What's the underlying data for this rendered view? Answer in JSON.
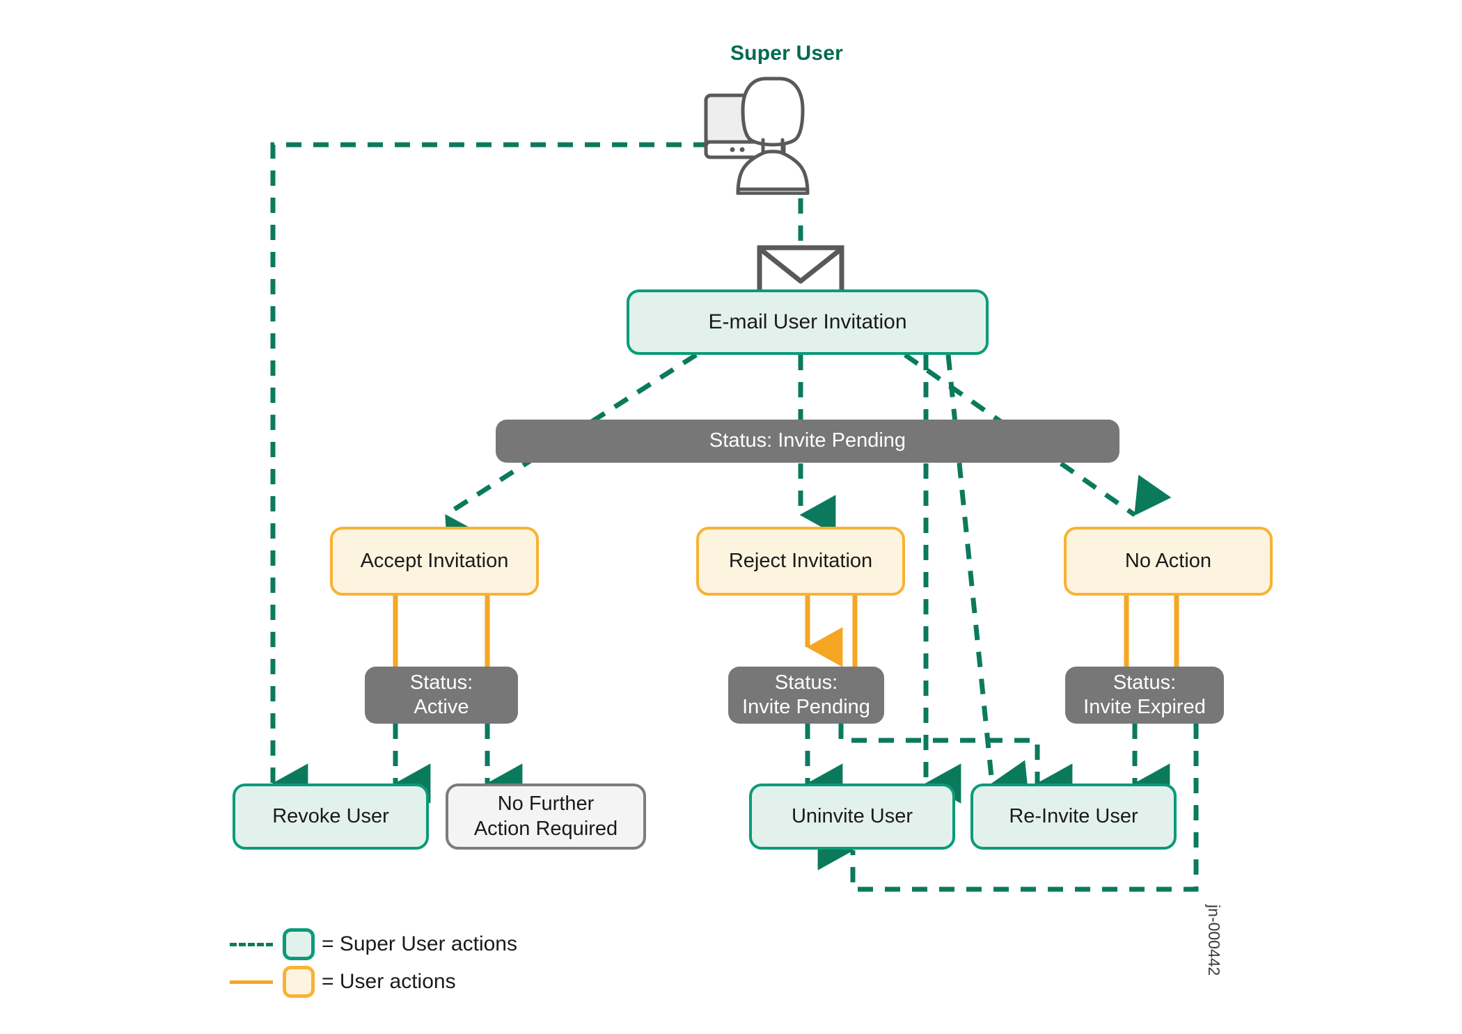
{
  "diagram": {
    "title_label": "Super User",
    "reference_code": "jn-000442",
    "colors": {
      "super_user_green": "#0b9b78",
      "super_user_text_green": "#006b4f",
      "user_orange": "#f9b233",
      "status_gray": "#777777",
      "neutral_gray": "#7c7c7c",
      "green_fill": "#e3f1ec",
      "orange_fill": "#fdf4e0"
    },
    "icons": {
      "persona": "super-user-person-monitor-icon",
      "envelope": "email-envelope-icon"
    }
  },
  "nodes": {
    "email_invitation": {
      "label": "E-mail User Invitation",
      "type": "super-user-action"
    },
    "status_invite_pending_main": {
      "label": "Status: Invite Pending",
      "type": "status"
    },
    "accept_invitation": {
      "label": "Accept Invitation",
      "type": "user-action"
    },
    "reject_invitation": {
      "label": "Reject Invitation",
      "type": "user-action"
    },
    "no_action": {
      "label": "No Action",
      "type": "user-action"
    },
    "status_active": {
      "label": "Status:\nActive",
      "line1": "Status:",
      "line2": "Active",
      "type": "status"
    },
    "status_invite_pending": {
      "label": "Status:\nInvite Pending",
      "line1": "Status:",
      "line2": "Invite Pending",
      "type": "status"
    },
    "status_invite_expired": {
      "label": "Status:\nInvite Expired",
      "line1": "Status:",
      "line2": "Invite Expired",
      "type": "status"
    },
    "revoke_user": {
      "label": "Revoke User",
      "type": "super-user-action"
    },
    "no_further_action": {
      "label": "No Further\nAction Required",
      "line1": "No Further",
      "line2": "Action Required",
      "type": "terminal"
    },
    "uninvite_user": {
      "label": "Uninvite User",
      "type": "super-user-action"
    },
    "reinvite_user": {
      "label": "Re-Invite User",
      "type": "super-user-action"
    }
  },
  "legend": {
    "items": [
      {
        "line_style": "dashed",
        "swatch": "green",
        "text": "= Super User actions"
      },
      {
        "line_style": "solid",
        "swatch": "orange",
        "text": "= User actions"
      }
    ]
  }
}
